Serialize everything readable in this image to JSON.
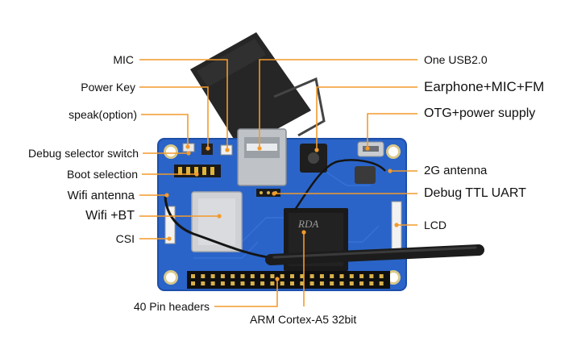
{
  "labels": {
    "left": {
      "mic": "MIC",
      "power_key": "Power Key",
      "speak": "speak(option)",
      "debug_selector": "Debug selector switch",
      "boot_selection": "Boot selection",
      "wifi_antenna": "Wifi antenna",
      "wifi_bt": "Wifi +BT",
      "csi": "CSI",
      "pin_headers": "40 Pin headers"
    },
    "right": {
      "usb": "One USB2.0",
      "earphone": "Earphone+MIC+FM",
      "otg": "OTG+power supply",
      "antenna_2g": "2G antenna",
      "uart": "Debug TTL UART",
      "lcd": "LCD"
    },
    "bottom": {
      "cpu": "ARM Cortex-A5 32bit"
    }
  },
  "chip_marking": "RDA",
  "colors": {
    "leader_line": "#f39a2b",
    "pcb": "#2a64c8",
    "pcb_dark": "#1d4ea8",
    "chip": "#1a1a1a",
    "shield": "#cfd1d4",
    "antenna_cable": "#151515"
  }
}
